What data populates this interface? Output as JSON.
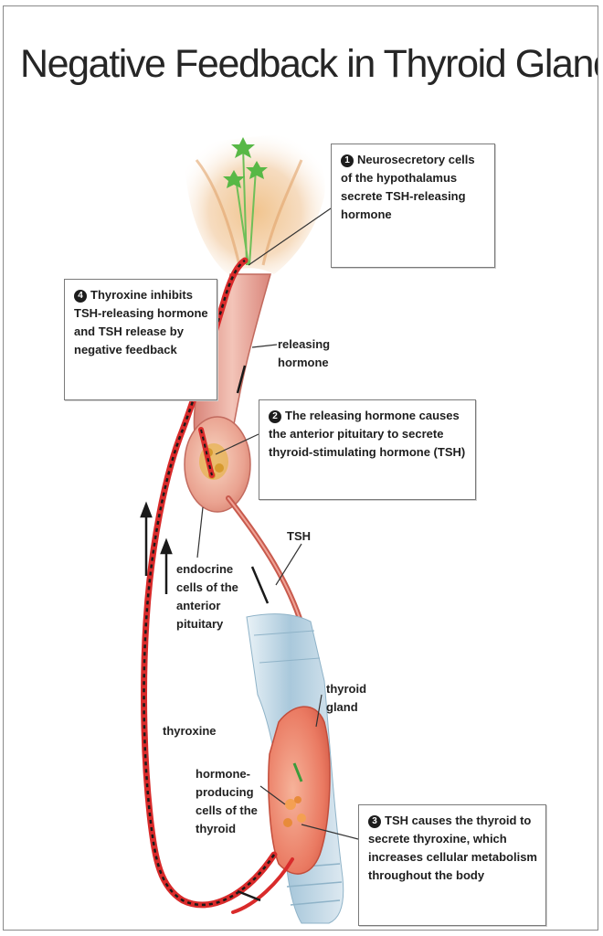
{
  "title": "Negative Feedback in Thyroid Gland Function",
  "steps": [
    {
      "number": "1",
      "text": "Neurosecretory cells of the hypothalamus secrete TSH-releasing hormone"
    },
    {
      "number": "2",
      "text": "The releasing hormone causes the anterior pituitary to secrete thyroid-stimulating hormone (TSH)"
    },
    {
      "number": "3",
      "text": "TSH causes the thyroid to secrete thyroxine, which increases cellular metabolism throughout the body"
    },
    {
      "number": "4",
      "text": "Thyroxine inhibits TSH-releasing hormone and TSH release by negative feedback"
    }
  ],
  "labels": {
    "releasing_hormone": "releasing hormone",
    "tsh": "TSH",
    "endocrine_cells": "endocrine cells of the anterior pituitary",
    "thyroid_gland": "thyroid gland",
    "thyroxine": "thyroxine",
    "hormone_producing": "hormone-producing cells of the thyroid"
  },
  "colors": {
    "feedback_path": "#d92b2b",
    "blood_vessel": "#cc5a4e",
    "hypothalamus_tissue": "#e9b67a",
    "pituitary": "#e6a79a",
    "thyroid": "#eb7d66",
    "trachea": "#a8c7d9",
    "neurons": "#5fbf4a"
  }
}
